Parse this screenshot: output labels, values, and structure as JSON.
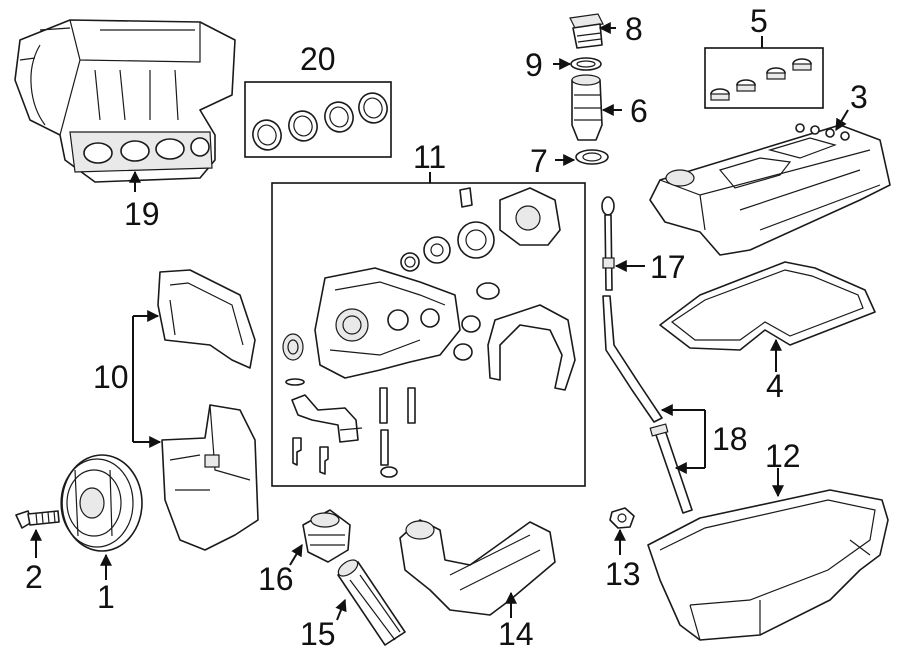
{
  "callouts": {
    "c1": "1",
    "c2": "2",
    "c3": "3",
    "c4": "4",
    "c5": "5",
    "c6": "6",
    "c7": "7",
    "c8": "8",
    "c9": "9",
    "c10": "10",
    "c11": "11",
    "c12": "12",
    "c13": "13",
    "c14": "14",
    "c15": "15",
    "c16": "16",
    "c17": "17",
    "c18": "18",
    "c19": "19",
    "c20": "20"
  },
  "colors": {
    "line": "#1a1a1a",
    "text": "#111111",
    "background": "#ffffff"
  }
}
